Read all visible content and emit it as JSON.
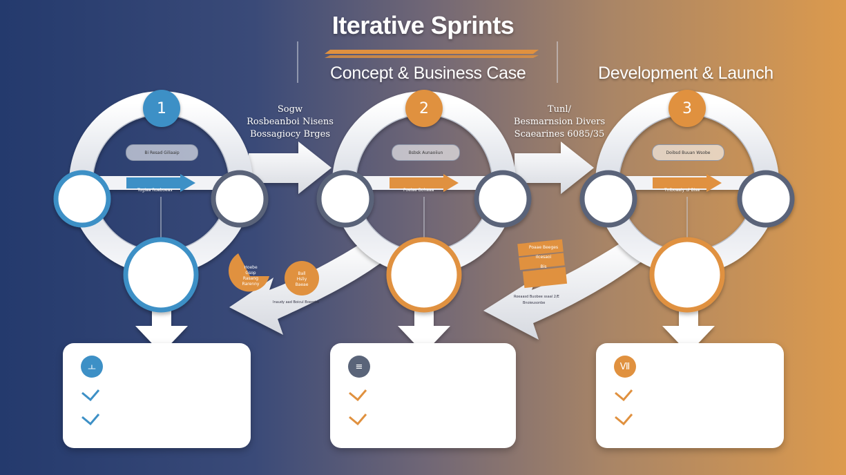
{
  "title": "Iterative Sprints",
  "headings": [
    "Concept & Business Case",
    "Development & Launch"
  ],
  "arrows": [
    {
      "lines": [
        "Sogw",
        "Rosbeanboi Nisens",
        "Bossagiocy Brges"
      ]
    },
    {
      "lines": [
        "Tunl/",
        "Besmarnsion Divers",
        "Scaearines 6085/35"
      ]
    }
  ],
  "sprints": [
    {
      "number": "1",
      "pill": "Bi Resad Giliaaip",
      "arrow_label": "Tugiaa Roaboeas",
      "card_badge": "ㅗ",
      "color": "#3d90c6"
    },
    {
      "number": "2",
      "pill": "Bsbsk Aunaoiiun",
      "arrow_label": "Poeiae Bohaaa",
      "card_badge": "≡",
      "color": "#e0913f"
    },
    {
      "number": "3",
      "pill": "Doibsd Buuan Wsobe",
      "arrow_label": "Tniboaaiy ul Bisa",
      "card_badge": "Ⅶ",
      "color": "#e0913f"
    }
  ],
  "loop_tags": {
    "left_a": [
      "Hoebe",
      "Gsop",
      "Rasang",
      "Rarenny"
    ],
    "left_b": [
      "Ball",
      "Hsliy",
      "Baeae"
    ],
    "left_note": "Inaudy aad Boicul Boeerbe",
    "right_tag": [
      "Poaae Beeges",
      "Ilcesaoi",
      "Bis"
    ],
    "right_note": [
      "Roeaasd Buobee ssaal 2/E",
      "Bnoieusonbe"
    ]
  },
  "colors": {
    "blue": "#3d90c6",
    "orange": "#e0913f",
    "slate": "#5a6479"
  }
}
